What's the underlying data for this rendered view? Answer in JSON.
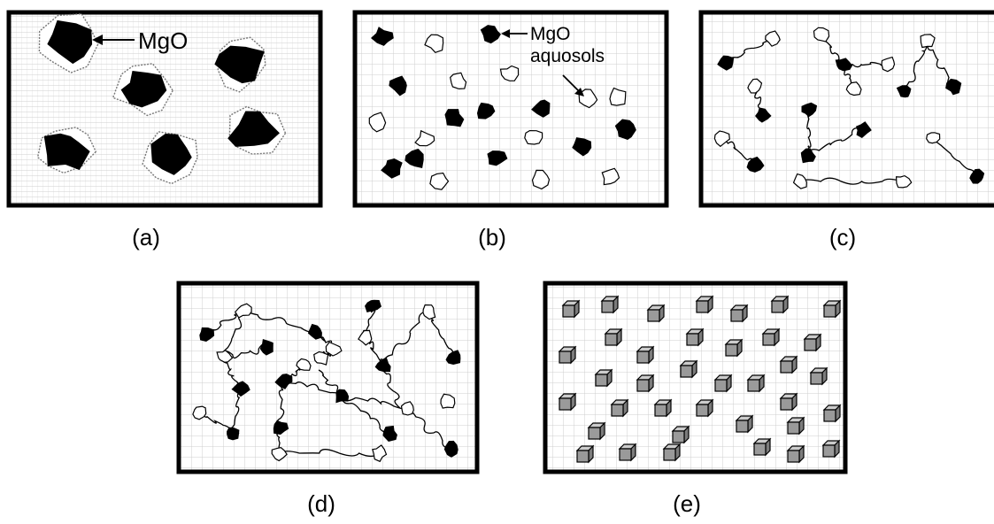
{
  "figure": {
    "annotations": {
      "mgo": "MgO",
      "mgo_b": "MgO",
      "aquosols": "aquosols"
    },
    "panels": [
      {
        "id": "a",
        "label": "(a)",
        "stage": "MgO particles with surface coating"
      },
      {
        "id": "b",
        "label": "(b)",
        "stage": "MgO particles and aquosols"
      },
      {
        "id": "c",
        "label": "(c)",
        "stage": "partial linking"
      },
      {
        "id": "d",
        "label": "(d)",
        "stage": "network"
      },
      {
        "id": "e",
        "label": "(e)",
        "stage": "cubic crystals"
      }
    ],
    "colors": {
      "grid": "#cfcfcf",
      "frame": "#000000",
      "particle_dark": "#000000",
      "particle_light": "#ffffff",
      "cube_front": "#9a9a9a",
      "cube_top": "#cccccc",
      "cube_side": "#7c7c7c"
    }
  }
}
